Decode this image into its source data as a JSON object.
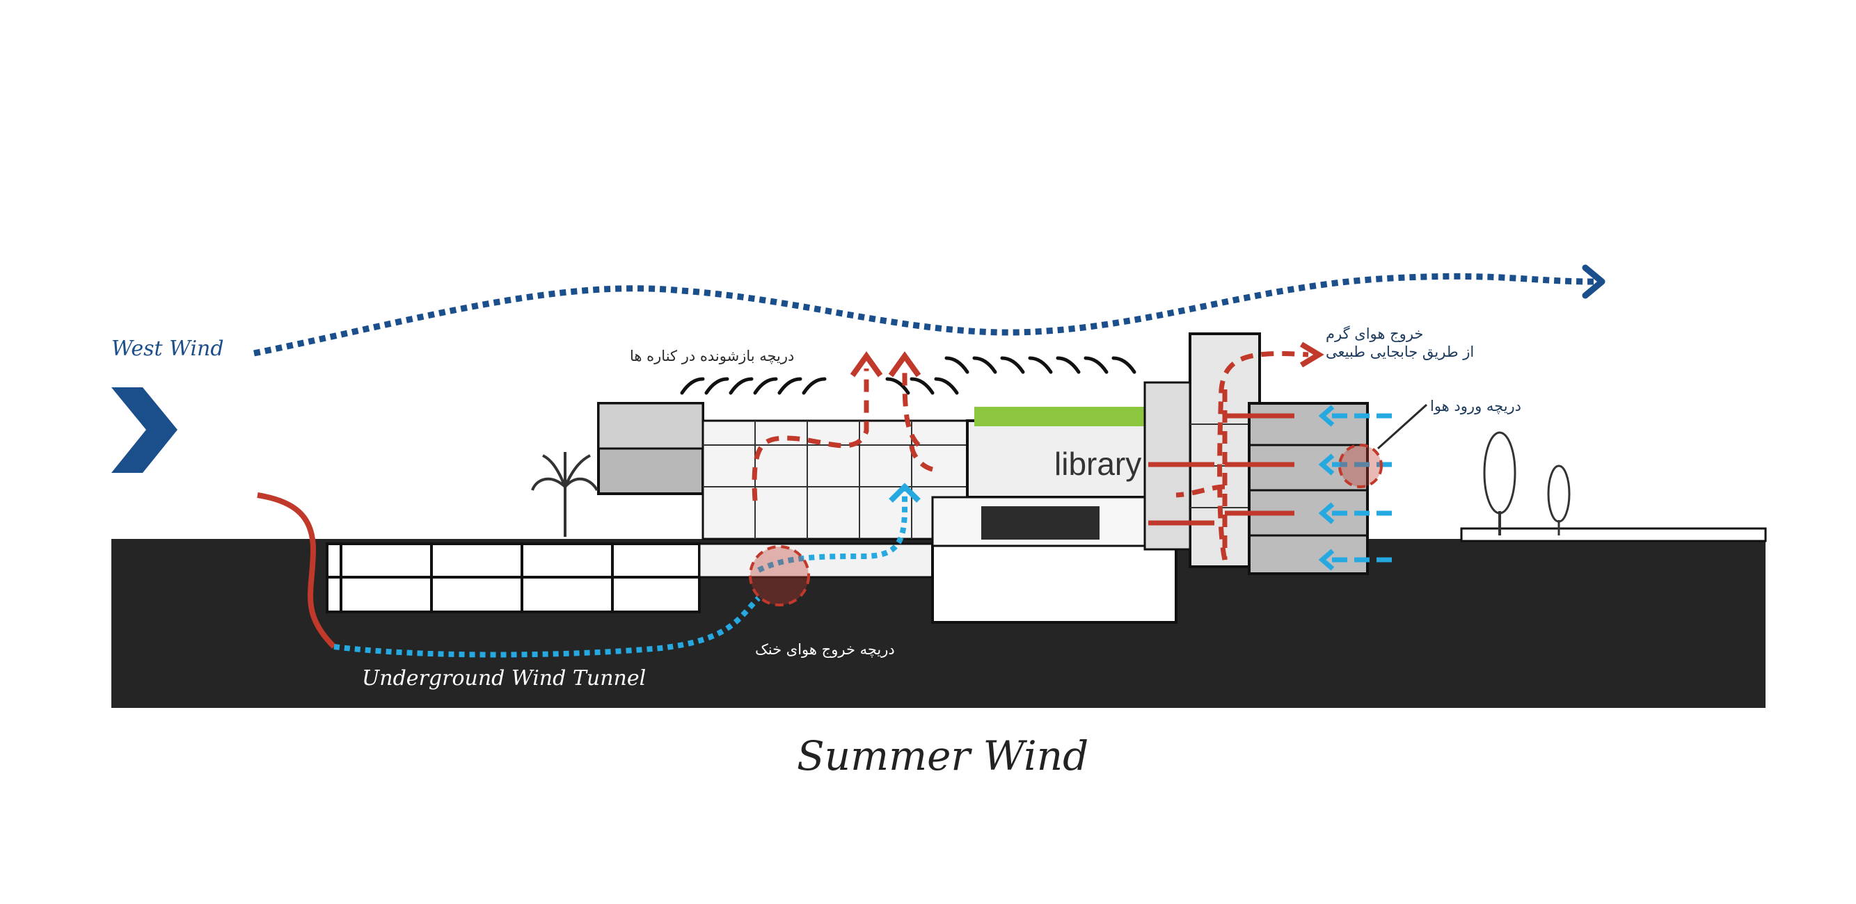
{
  "diagram": {
    "title": "Summer Wind",
    "building_label": "library",
    "labels": {
      "west_wind": "West Wind",
      "tunnel": "Underground Wind Tunnel",
      "side_vents": "دریچه بازشونده در کناره ها",
      "hot_air_exit_line1": "خروج هوای گرم",
      "hot_air_exit_line2": "از طریق جابجایی طبیعی",
      "air_inlet": "دریچه ورود هوا",
      "cool_air_exit": "دریچه خروج هوای خنک"
    },
    "colors": {
      "wind_blue": "#1b4f8c",
      "cool_air": "#25a9e0",
      "hot_air": "#c0392b",
      "ground": "#252525",
      "roof_green": "#8cc63f",
      "text_dark": "#2b2b2b"
    }
  }
}
